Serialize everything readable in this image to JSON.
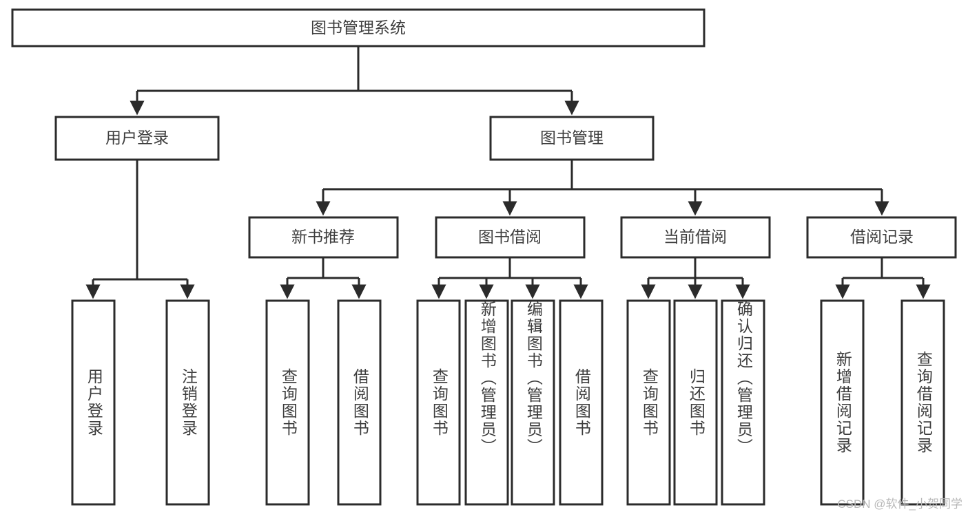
{
  "diagram": {
    "title": "图书管理系统",
    "type": "tree",
    "watermark": "CSDN @软件_小贺同学",
    "root": {
      "label": "图书管理系统"
    },
    "level2": [
      {
        "label": "用户登录"
      },
      {
        "label": "图书管理"
      }
    ],
    "level3": [
      {
        "label": "新书推荐"
      },
      {
        "label": "图书借阅"
      },
      {
        "label": "当前借阅"
      },
      {
        "label": "借阅记录"
      }
    ],
    "leaves": {
      "user_login": [
        {
          "label": "用户登录"
        },
        {
          "label": "注销登录"
        }
      ],
      "new_book_recommend": [
        {
          "label": "查询图书"
        },
        {
          "label": "借阅图书"
        }
      ],
      "book_borrow": [
        {
          "label": "查询图书"
        },
        {
          "label": "新增图书（管理员）"
        },
        {
          "label": "编辑图书（管理员）"
        },
        {
          "label": "借阅图书"
        }
      ],
      "current_borrow": [
        {
          "label": "查询图书"
        },
        {
          "label": "归还图书"
        },
        {
          "label": "确认归还（管理员）"
        }
      ],
      "borrow_records": [
        {
          "label": "新增借阅记录"
        },
        {
          "label": "查询借阅记录"
        }
      ]
    }
  }
}
